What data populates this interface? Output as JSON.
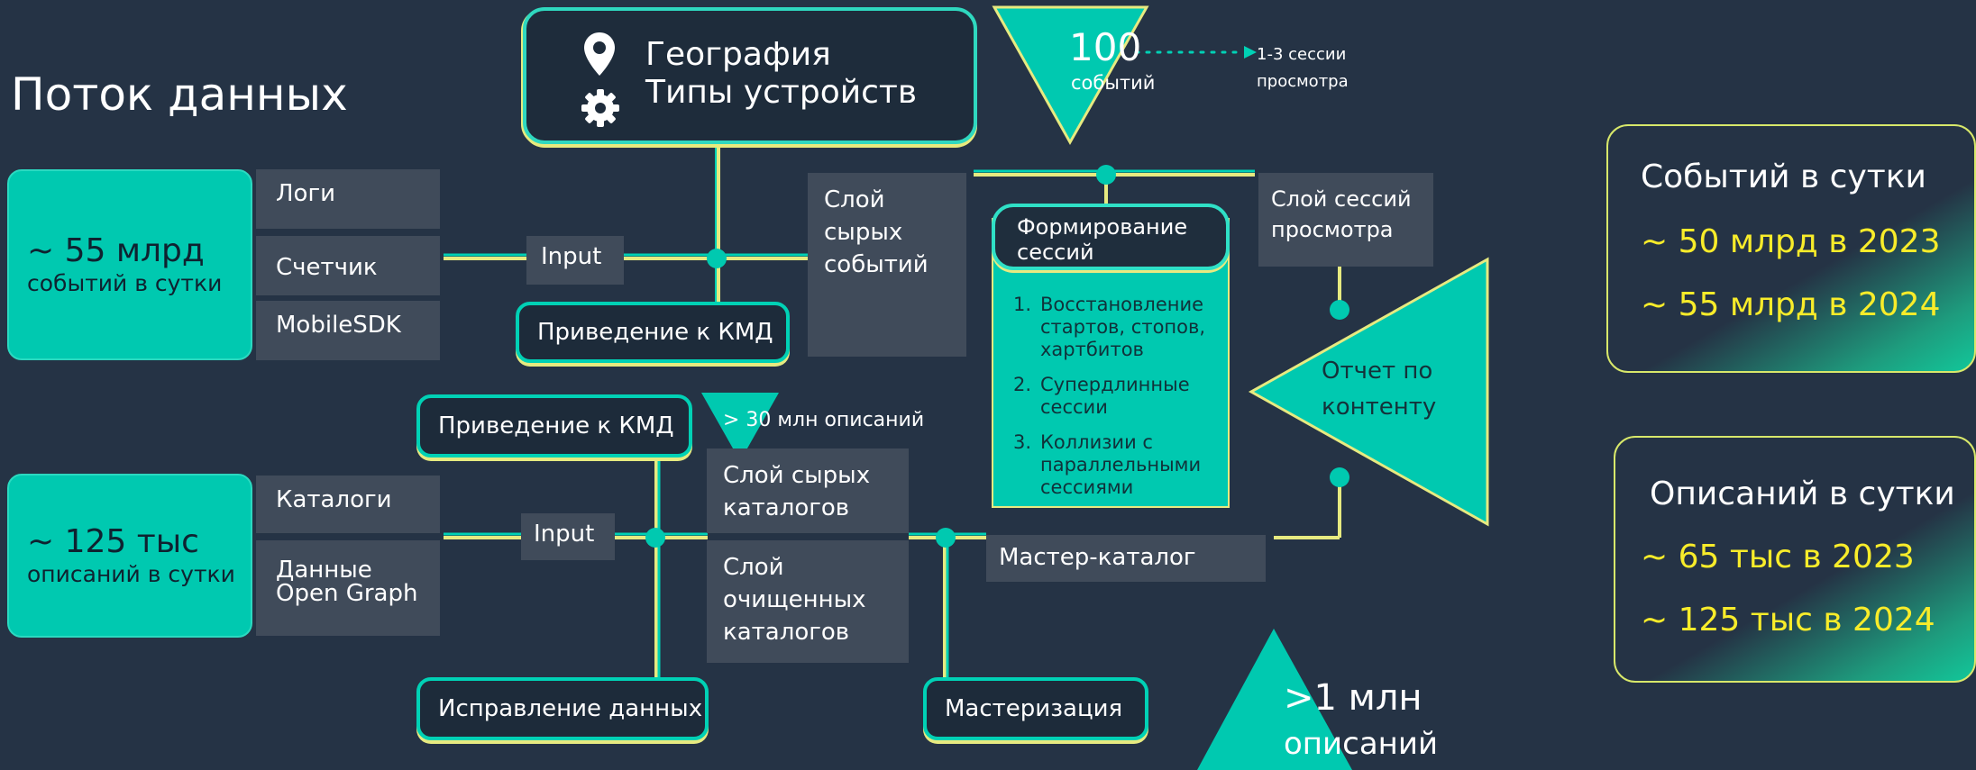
{
  "title": "Поток данных",
  "sources": {
    "events": {
      "big": "~ 55 млрд",
      "small": "событий в сутки"
    },
    "descriptions": {
      "big": "~ 125 тыс",
      "small": "описаний в сутки"
    }
  },
  "event_inputs": [
    "Логи",
    "Счетчик",
    "MobileSDK"
  ],
  "catalog_inputs": {
    "catalogs": "Каталоги",
    "open_graph_line1": "Данные",
    "open_graph_line2": "Open Graph"
  },
  "input_label_1": "Input",
  "input_label_2": "Input",
  "geo": {
    "line1": "География",
    "line2": "Типы устройств"
  },
  "kmd_top": "Приведение к КМД",
  "kmd_bottom": "Приведение к КМД",
  "raw_events": {
    "l1": "Слой",
    "l2": "сырых",
    "l3": "событий"
  },
  "counter_100": {
    "num": "100",
    "label": "событий"
  },
  "sessions_note": {
    "l1": "1-3 сессии",
    "l2": "просмотра"
  },
  "session_forming": {
    "title_l1": "Формирование",
    "title_l2": "сессий",
    "items": [
      {
        "n": "1.",
        "text": "Восстановление стартов, стопов, хартбитов"
      },
      {
        "n": "2.",
        "text": "Супердлинные сессии"
      },
      {
        "n": "3.",
        "text": "Коллизии с параллельными сессиями"
      }
    ]
  },
  "session_layer": {
    "l1": "Слой сессий",
    "l2": "просмотра"
  },
  "content_report": {
    "l1": "Отчет по",
    "l2": "контенту"
  },
  "over_30m": "> 30 млн описаний",
  "raw_catalogs": {
    "l1": "Слой сырых",
    "l2": "каталогов"
  },
  "clean_catalogs": {
    "l1": "Слой",
    "l2": "очищенных",
    "l3": "каталогов"
  },
  "master_catalog": "Мастер-каталог",
  "data_fix": "Исправление данных",
  "mastering": "Мастеризация",
  "over_1m": {
    "big": ">1 млн",
    "small": "описаний"
  },
  "stats_events": {
    "header": "Событий в сутки",
    "line1": "~ 50 млрд в 2023",
    "line2": "~ 55 млрд в 2024"
  },
  "stats_descriptions": {
    "header": "Описаний в сутки",
    "line1": "~ 65 тыс в 2023",
    "line2": "~ 125 тыс в 2024"
  },
  "colors": {
    "background": "#253345",
    "teal": "#00c9b0",
    "yellow": "#e7ea80",
    "stat_value": "#f8ec2a",
    "gray_box": "#404b5a"
  },
  "icons": [
    "map-pin-icon",
    "gear-icon"
  ]
}
